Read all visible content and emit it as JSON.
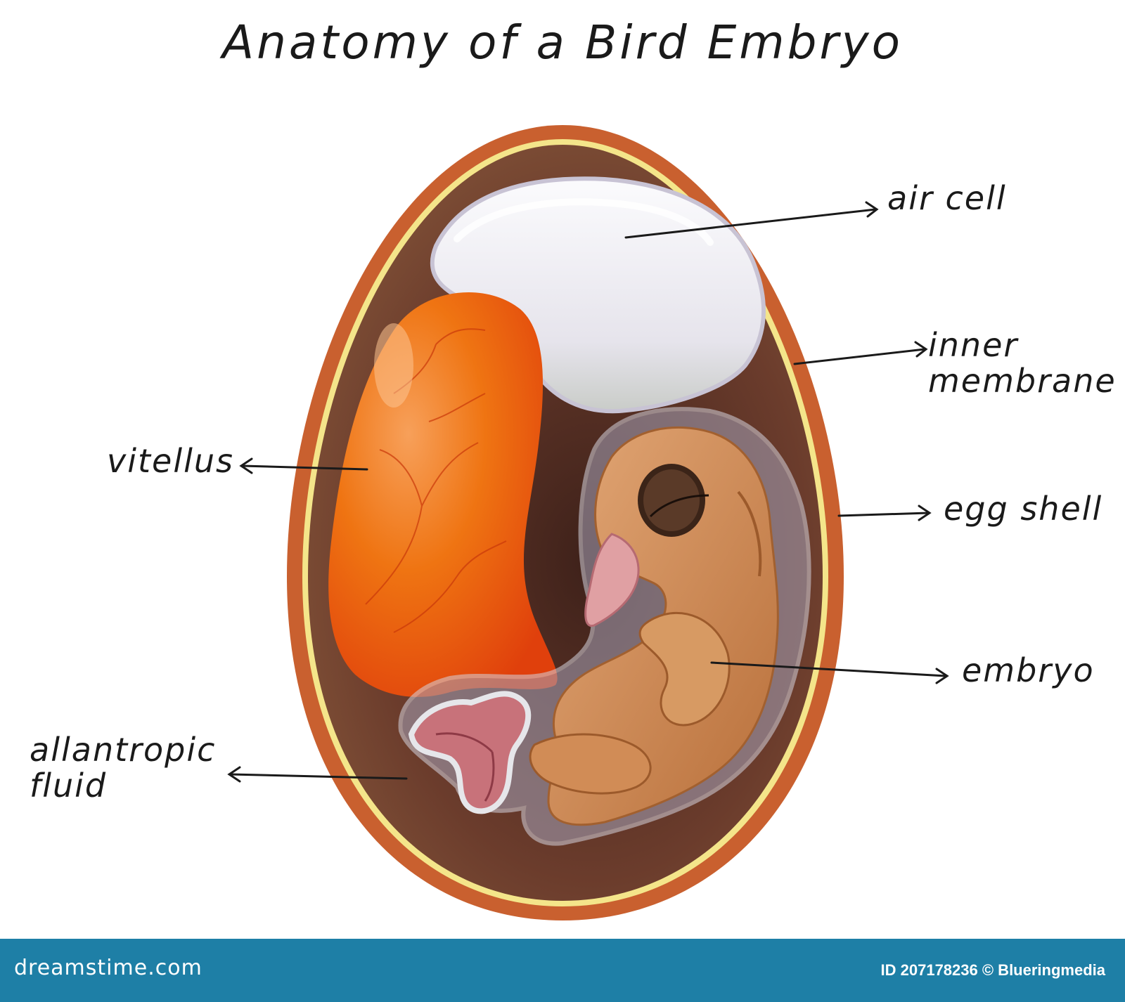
{
  "title": "Anatomy of a Bird Embryo",
  "labels": {
    "air_cell": "air cell",
    "inner_membrane": "inner\nmembrane",
    "egg_shell": "egg shell",
    "vitellus": "vitellus",
    "embryo": "embryo",
    "allantropic_fluid": "allantropic\nfluid"
  },
  "footer": {
    "site": "dreamstime.com",
    "credit": "ID 207178236 © Blueringmedia"
  },
  "colors": {
    "shell": "#c9602f",
    "inner_membrane": "#f4e58a",
    "interior": "#6e3d2c",
    "yolk": "#ee6f0f",
    "air_cell": "#eeeef2",
    "embryo": "#cd8b55",
    "footer": "#1e7fa6"
  }
}
